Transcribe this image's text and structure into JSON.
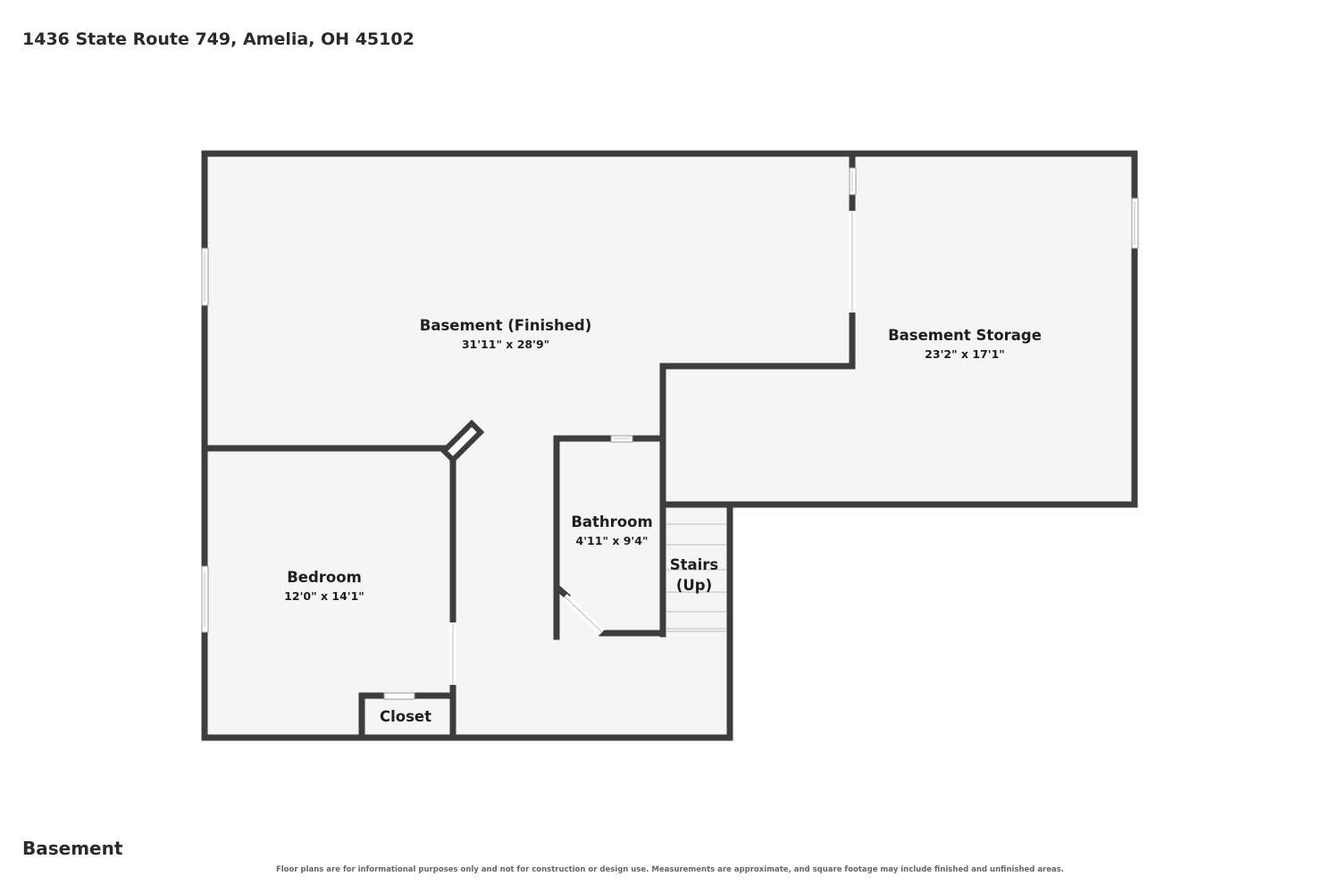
{
  "address": "1436 State Route 749, Amelia, OH 45102",
  "level": "Basement",
  "disclaimer": "Floor plans are for informational purposes only and not for construction or design use. Measurements are approximate, and square footage may include finished and unfinished areas.",
  "rooms": {
    "basement_finished": {
      "name": "Basement (Finished)",
      "dims": "31'11\" x 28'9\""
    },
    "basement_storage": {
      "name": "Basement Storage",
      "dims": "23'2\" x 17'1\""
    },
    "bathroom": {
      "name": "Bathroom",
      "dims": "4'11\" x 9'4\""
    },
    "bedroom": {
      "name": "Bedroom",
      "dims": "12'0\" x 14'1\""
    },
    "closet": {
      "name": "Closet"
    },
    "stairs": {
      "name_line1": "Stairs",
      "name_line2": "(Up)"
    }
  }
}
